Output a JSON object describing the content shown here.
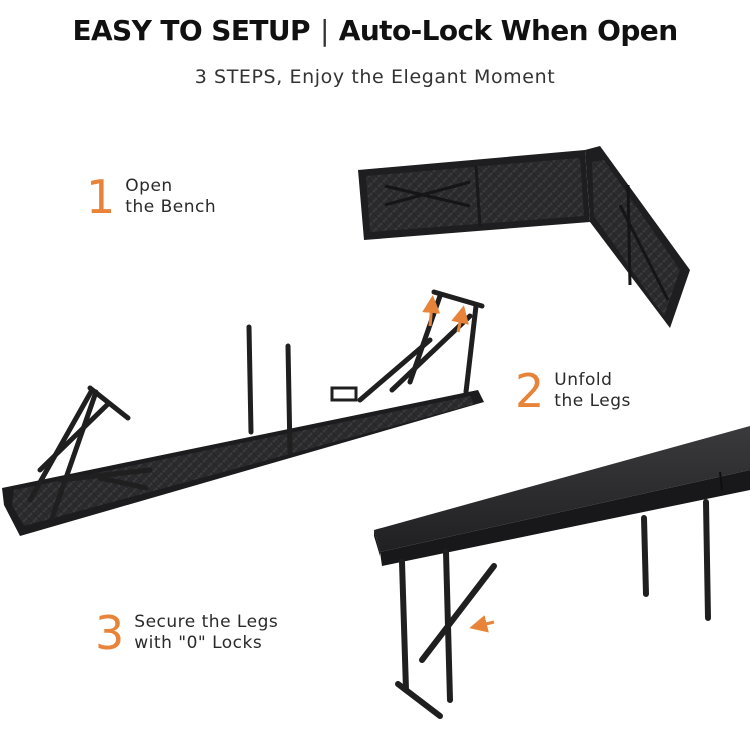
{
  "header": {
    "title_left": "EASY TO SETUP",
    "separator": "|",
    "title_right": "Auto-Lock When Open",
    "subtitle": "3 STEPS, Enjoy the Elegant Moment"
  },
  "steps": [
    {
      "number": "1",
      "line1": "Open",
      "line2": "the Bench"
    },
    {
      "number": "2",
      "line1": "Unfold",
      "line2": "the Legs"
    },
    {
      "number": "3",
      "line1": "Secure the Legs",
      "line2": "with \"0\" Locks"
    }
  ],
  "colors": {
    "accent": "#e8843a",
    "bench": "#2b2b2d",
    "bench_dark": "#1b1b1c",
    "leg": "#1f1f20"
  }
}
